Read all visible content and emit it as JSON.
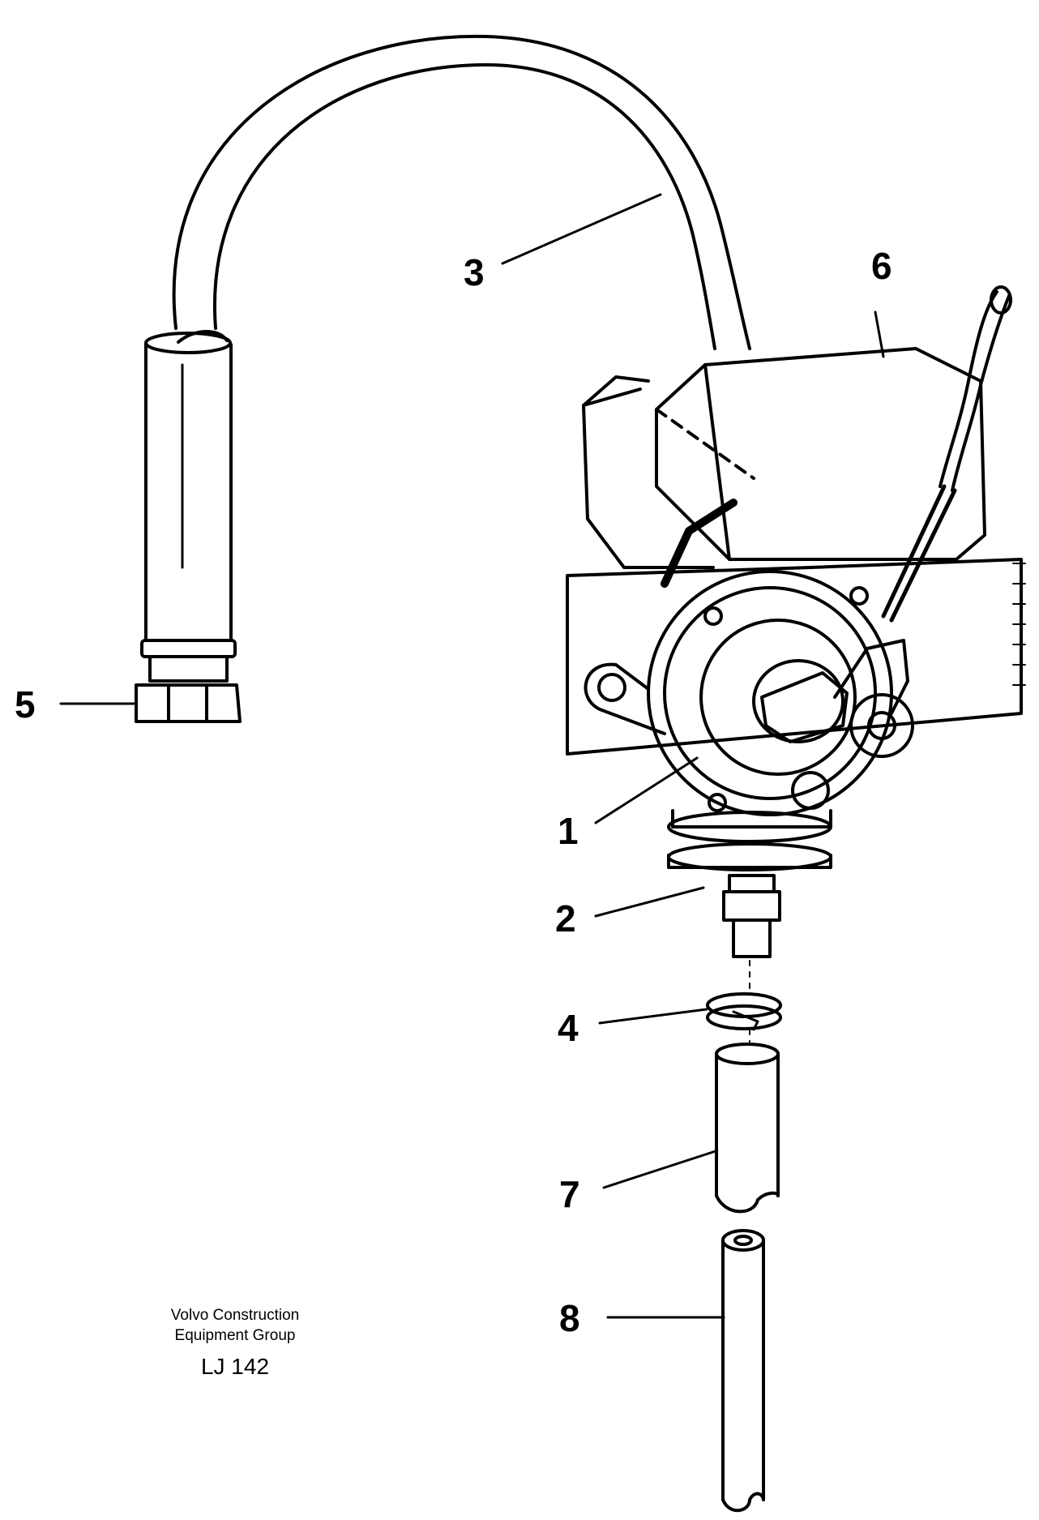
{
  "callouts": {
    "c1": "1",
    "c2": "2",
    "c3": "3",
    "c4": "4",
    "c5": "5",
    "c6": "6",
    "c7": "7",
    "c8": "8"
  },
  "footer": {
    "company_line1": "Volvo Construction",
    "company_line2": "Equipment Group",
    "code": "LJ 142"
  }
}
